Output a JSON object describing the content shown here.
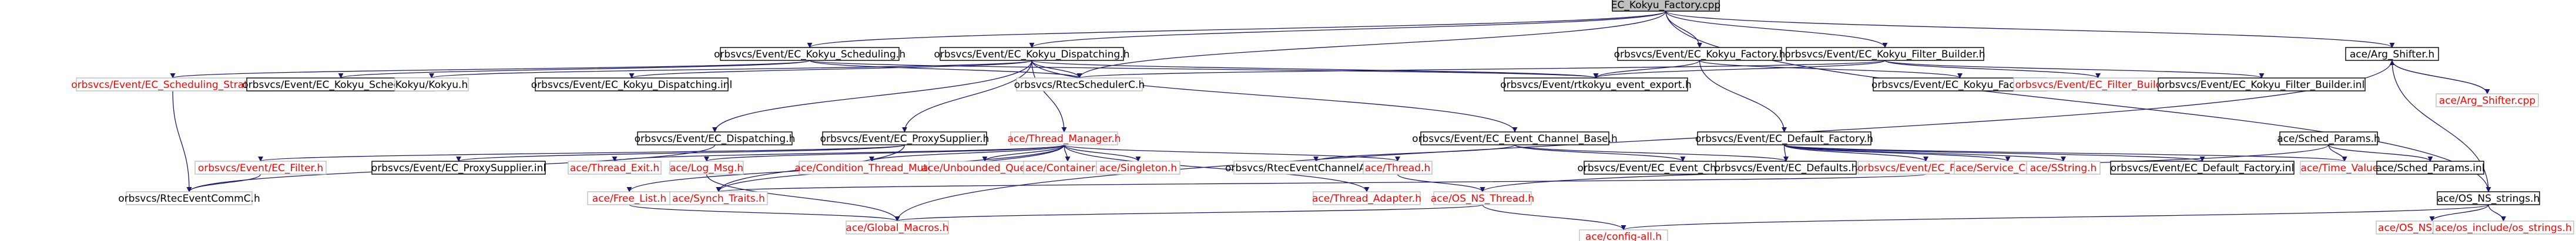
{
  "title": "EC_Kokyu_Factory.cpp",
  "colors": {
    "edge": "#191970",
    "border_doc": "#000000",
    "border_ext": "#bfbfbf",
    "root_fill": "#bfbfbf",
    "node_fill": "#ffffff",
    "ext_text": "#ff0000",
    "doc_text": "#000000"
  },
  "nodes": [
    {
      "id": "root",
      "label": "EC_Kokyu_Factory.cpp",
      "kind": "root"
    },
    {
      "id": "kokyu_sched_h",
      "label": "orbsvcs/Event/EC_Kokyu_Scheduling.h",
      "kind": "doc"
    },
    {
      "id": "kokyu_disp_h",
      "label": "orbsvcs/Event/EC_Kokyu_Dispatching.h",
      "kind": "doc"
    },
    {
      "id": "kokyu_fact_h",
      "label": "orbsvcs/Event/EC_Kokyu_Factory.h",
      "kind": "doc"
    },
    {
      "id": "kokyu_filt_bld_h",
      "label": "orbsvcs/Event/EC_Kokyu_Filter_Builder.h",
      "kind": "doc"
    },
    {
      "id": "arg_shifter_h",
      "label": "ace/Arg_Shifter.h",
      "kind": "doc"
    },
    {
      "id": "sched_strat_h",
      "label": "orbsvcs/Event/EC_Scheduling_Strategy.h",
      "kind": "ext"
    },
    {
      "id": "kokyu_sched_inl",
      "label": "orbsvcs/Event/EC_Kokyu_Scheduling.inl",
      "kind": "doc"
    },
    {
      "id": "kokyu_h",
      "label": "Kokyu/Kokyu.h",
      "kind": "plain"
    },
    {
      "id": "kokyu_disp_inl",
      "label": "orbsvcs/Event/EC_Kokyu_Dispatching.inl",
      "kind": "doc"
    },
    {
      "id": "rtsched_h",
      "label": "orbsvcs/RtecSchedulerC.h",
      "kind": "plain"
    },
    {
      "id": "event_export_h",
      "label": "orbsvcs/Event/rtkokyu_event_export.h",
      "kind": "doc"
    },
    {
      "id": "kokyu_fact_inl",
      "label": "orbsvcs/Event/EC_Kokyu_Factory.inl",
      "kind": "doc"
    },
    {
      "id": "filter_builder_h",
      "label": "orbsvcs/Event/EC_Filter_Builder.h",
      "kind": "ext"
    },
    {
      "id": "kokyu_filt_bld_inl",
      "label": "orbsvcs/Event/EC_Kokyu_Filter_Builder.inl",
      "kind": "doc"
    },
    {
      "id": "arg_shifter_cpp",
      "label": "ace/Arg_Shifter.cpp",
      "kind": "ext"
    },
    {
      "id": "dispatching_h",
      "label": "orbsvcs/Event/EC_Dispatching.h",
      "kind": "doc"
    },
    {
      "id": "proxysupplier_h",
      "label": "orbsvcs/Event/EC_ProxySupplier.h",
      "kind": "doc"
    },
    {
      "id": "thread_manager_h",
      "label": "ace/Thread_Manager.h",
      "kind": "ext"
    },
    {
      "id": "ec_base_h",
      "label": "orbsvcs/Event/EC_Event_Channel_Base.h",
      "kind": "doc"
    },
    {
      "id": "default_factory_h",
      "label": "orbsvcs/Event/EC_Default_Factory.h",
      "kind": "doc"
    },
    {
      "id": "sched_params_h",
      "label": "ace/Sched_Params.h",
      "kind": "doc"
    },
    {
      "id": "os_ns_strings_h",
      "label": "ace/OS_NS_strings.h",
      "kind": "doc"
    },
    {
      "id": "filter_h",
      "label": "orbsvcs/Event/EC_Filter.h",
      "kind": "ext"
    },
    {
      "id": "proxysupplier_inl",
      "label": "orbsvcs/Event/EC_ProxySupplier.inl",
      "kind": "doc"
    },
    {
      "id": "thread_exit_h",
      "label": "ace/Thread_Exit.h",
      "kind": "ext"
    },
    {
      "id": "log_msg_h",
      "label": "ace/Log_Msg.h",
      "kind": "ext"
    },
    {
      "id": "cond_mutex_h",
      "label": "ace/Condition_Thread_Mutex.h",
      "kind": "ext"
    },
    {
      "id": "unbounded_queue_h",
      "label": "ace/Unbounded_Queue.h",
      "kind": "ext"
    },
    {
      "id": "containers_h",
      "label": "ace/Containers.h",
      "kind": "ext"
    },
    {
      "id": "singleton_h",
      "label": "ace/Singleton.h",
      "kind": "ext"
    },
    {
      "id": "rtec_admin_h",
      "label": "orbsvcs/RtecEventChannelAdminS.h",
      "kind": "plain"
    },
    {
      "id": "thread_h",
      "label": "ace/Thread.h",
      "kind": "ext"
    },
    {
      "id": "ec_base_inl",
      "label": "orbsvcs/Event/EC_Event_Channel_Base.inl",
      "kind": "doc"
    },
    {
      "id": "ec_defaults_h",
      "label": "orbsvcs/Event/EC_Defaults.h",
      "kind": "doc"
    },
    {
      "id": "ec_factory_h",
      "label": "orbsvcs/Event/EC_Factory.h",
      "kind": "ext"
    },
    {
      "id": "service_config_h",
      "label": "ace/Service_Config.h",
      "kind": "ext"
    },
    {
      "id": "sstring_h",
      "label": "ace/SString.h",
      "kind": "ext"
    },
    {
      "id": "default_factory_inl",
      "label": "orbsvcs/Event/EC_Default_Factory.inl",
      "kind": "doc"
    },
    {
      "id": "time_value_h",
      "label": "ace/Time_Value.h",
      "kind": "ext"
    },
    {
      "id": "sched_params_inl",
      "label": "ace/Sched_Params.inl",
      "kind": "doc"
    },
    {
      "id": "os_ns_strings_inl",
      "label": "ace/OS_NS_strings.inl",
      "kind": "ext"
    },
    {
      "id": "os_include_strings_h",
      "label": "ace/os_include/os_strings.h",
      "kind": "ext"
    },
    {
      "id": "rtec_event_comm_h",
      "label": "orbsvcs/RtecEventCommC.h",
      "kind": "plain"
    },
    {
      "id": "free_list_h",
      "label": "ace/Free_List.h",
      "kind": "ext"
    },
    {
      "id": "synch_traits_h",
      "label": "ace/Synch_Traits.h",
      "kind": "ext"
    },
    {
      "id": "os_ns_thread_h",
      "label": "ace/OS_NS_Thread.h",
      "kind": "ext"
    },
    {
      "id": "thread_adapter_h",
      "label": "ace/Thread_Adapter.h",
      "kind": "ext"
    },
    {
      "id": "global_macros_h",
      "label": "ace/Global_Macros.h",
      "kind": "ext"
    },
    {
      "id": "config_all_h",
      "label": "ace/config-all.h",
      "kind": "ext"
    }
  ],
  "edges": [
    [
      "root",
      "kokyu_sched_h"
    ],
    [
      "root",
      "kokyu_disp_h"
    ],
    [
      "root",
      "kokyu_fact_h"
    ],
    [
      "root",
      "kokyu_filt_bld_h"
    ],
    [
      "root",
      "arg_shifter_h"
    ],
    [
      "root",
      "rtsched_h"
    ],
    [
      "root",
      "os_ns_strings_h"
    ],
    [
      "kokyu_sched_h",
      "sched_strat_h"
    ],
    [
      "kokyu_sched_h",
      "kokyu_sched_inl"
    ],
    [
      "kokyu_sched_h",
      "rtsched_h"
    ],
    [
      "kokyu_sched_h",
      "event_export_h"
    ],
    [
      "kokyu_disp_h",
      "kokyu_h"
    ],
    [
      "kokyu_disp_h",
      "kokyu_disp_inl"
    ],
    [
      "kokyu_disp_h",
      "rtsched_h"
    ],
    [
      "kokyu_disp_h",
      "event_export_h"
    ],
    [
      "kokyu_disp_h",
      "dispatching_h"
    ],
    [
      "kokyu_disp_h",
      "proxysupplier_h"
    ],
    [
      "kokyu_disp_h",
      "thread_manager_h"
    ],
    [
      "kokyu_fact_h",
      "event_export_h"
    ],
    [
      "kokyu_fact_h",
      "kokyu_fact_inl"
    ],
    [
      "kokyu_fact_h",
      "default_factory_h"
    ],
    [
      "kokyu_filt_bld_h",
      "event_export_h"
    ],
    [
      "kokyu_filt_bld_h",
      "filter_builder_h"
    ],
    [
      "kokyu_filt_bld_h",
      "kokyu_filt_bld_inl"
    ],
    [
      "kokyu_filt_bld_h",
      "rtsched_h"
    ],
    [
      "arg_shifter_h",
      "arg_shifter_cpp"
    ],
    [
      "arg_shifter_cpp",
      "arg_shifter_h"
    ],
    [
      "arg_shifter_h",
      "os_ns_strings_h"
    ],
    [
      "arg_shifter_h",
      "global_macros_h"
    ],
    [
      "sched_strat_h",
      "rtec_event_comm_h"
    ],
    [
      "dispatching_h",
      "rtec_event_comm_h"
    ],
    [
      "proxysupplier_h",
      "filter_h"
    ],
    [
      "proxysupplier_h",
      "proxysupplier_inl"
    ],
    [
      "proxysupplier_h",
      "synch_traits_h"
    ],
    [
      "filter_h",
      "rtec_event_comm_h"
    ],
    [
      "thread_manager_h",
      "thread_exit_h"
    ],
    [
      "thread_manager_h",
      "log_msg_h"
    ],
    [
      "thread_manager_h",
      "cond_mutex_h"
    ],
    [
      "thread_manager_h",
      "unbounded_queue_h"
    ],
    [
      "thread_manager_h",
      "containers_h"
    ],
    [
      "thread_manager_h",
      "singleton_h"
    ],
    [
      "thread_manager_h",
      "thread_h"
    ],
    [
      "thread_manager_h",
      "free_list_h"
    ],
    [
      "thread_manager_h",
      "synch_traits_h"
    ],
    [
      "thread_manager_h",
      "thread_adapter_h"
    ],
    [
      "ec_base_h",
      "rtec_admin_h"
    ],
    [
      "ec_base_h",
      "ec_base_inl"
    ],
    [
      "ec_base_h",
      "ec_defaults_h"
    ],
    [
      "default_factory_h",
      "ec_factory_h"
    ],
    [
      "default_factory_h",
      "service_config_h"
    ],
    [
      "default_factory_h",
      "sstring_h"
    ],
    [
      "default_factory_h",
      "default_factory_inl"
    ],
    [
      "default_factory_h",
      "time_value_h"
    ],
    [
      "default_factory_h",
      "ec_defaults_h"
    ],
    [
      "sched_params_h",
      "time_value_h"
    ],
    [
      "sched_params_h",
      "sched_params_inl"
    ],
    [
      "sched_params_h",
      "os_ns_thread_h"
    ],
    [
      "os_ns_strings_h",
      "os_ns_strings_inl"
    ],
    [
      "os_ns_strings_h",
      "os_include_strings_h"
    ],
    [
      "os_ns_strings_h",
      "config_all_h"
    ],
    [
      "kokyu_disp_h",
      "ec_base_h"
    ],
    [
      "ec_factory_h",
      "synch_traits_h"
    ],
    [
      "thread_h",
      "os_ns_thread_h"
    ],
    [
      "log_msg_h",
      "global_macros_h"
    ],
    [
      "os_ns_thread_h",
      "global_macros_h"
    ],
    [
      "os_ns_thread_h",
      "config_all_h"
    ],
    [
      "free_list_h",
      "global_macros_h"
    ]
  ]
}
